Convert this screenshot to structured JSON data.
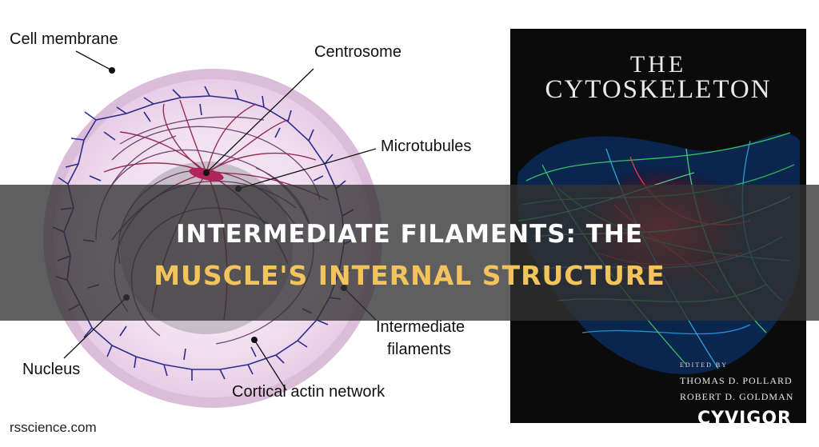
{
  "diagram": {
    "labels": {
      "cell_membrane": "Cell membrane",
      "centrosome": "Centrosome",
      "microtubules": "Microtubules",
      "intermediate_filaments_1": "Intermediate",
      "intermediate_filaments_2": "filaments",
      "nucleus": "Nucleus",
      "cortical_actin": "Cortical actin network"
    },
    "credit": "rsscience.com",
    "colors": {
      "membrane": "#d9b7d6",
      "cytoplasm": "#f3e4f1",
      "nucleus": "#cfc6cf",
      "actin": "#2f2f8f",
      "microtubules": "#8a1b3d"
    }
  },
  "cover": {
    "title_line1": "THE",
    "title_line2": "CYTOSKELETON",
    "edited_by": "EDITED BY",
    "author1": "THOMAS D. POLLARD",
    "author2": "ROBERT D. GOLDMAN"
  },
  "banner": {
    "line1": "INTERMEDIATE FILAMENTS: THE",
    "line2": "MUSCLE'S INTERNAL STRUCTURE"
  },
  "brand": "CYVIGOR"
}
